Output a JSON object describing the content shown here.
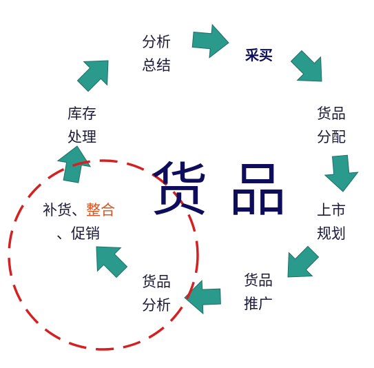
{
  "center": {
    "char1": "货",
    "char2": "品"
  },
  "steps": {
    "analysis_summary": {
      "line1": "分析",
      "line2": "总结"
    },
    "purchase": "采买",
    "distribution": {
      "line1": "货品",
      "line2": "分配"
    },
    "launch_plan": {
      "line1": "上市",
      "line2": "规划"
    },
    "promotion": {
      "line1": "货品",
      "line2": "推广"
    },
    "goods_analysis": {
      "line1": "货品",
      "line2": "分析"
    },
    "replenish": {
      "part1": "补货、",
      "part2": "整合",
      "line2": "、促销"
    },
    "inventory": {
      "line1": "库存",
      "line2": "处理"
    }
  },
  "colors": {
    "arrow": "#2a9a8c",
    "arrow_stroke": "#1c6f66",
    "text": "#1a1a3a",
    "center_text": "#0d0d5c",
    "highlight": "#e0501a",
    "dashed_circle": "#d42020"
  },
  "icons": {
    "arrow": "block-arrow-icon",
    "highlight_ring": "dashed-circle"
  }
}
